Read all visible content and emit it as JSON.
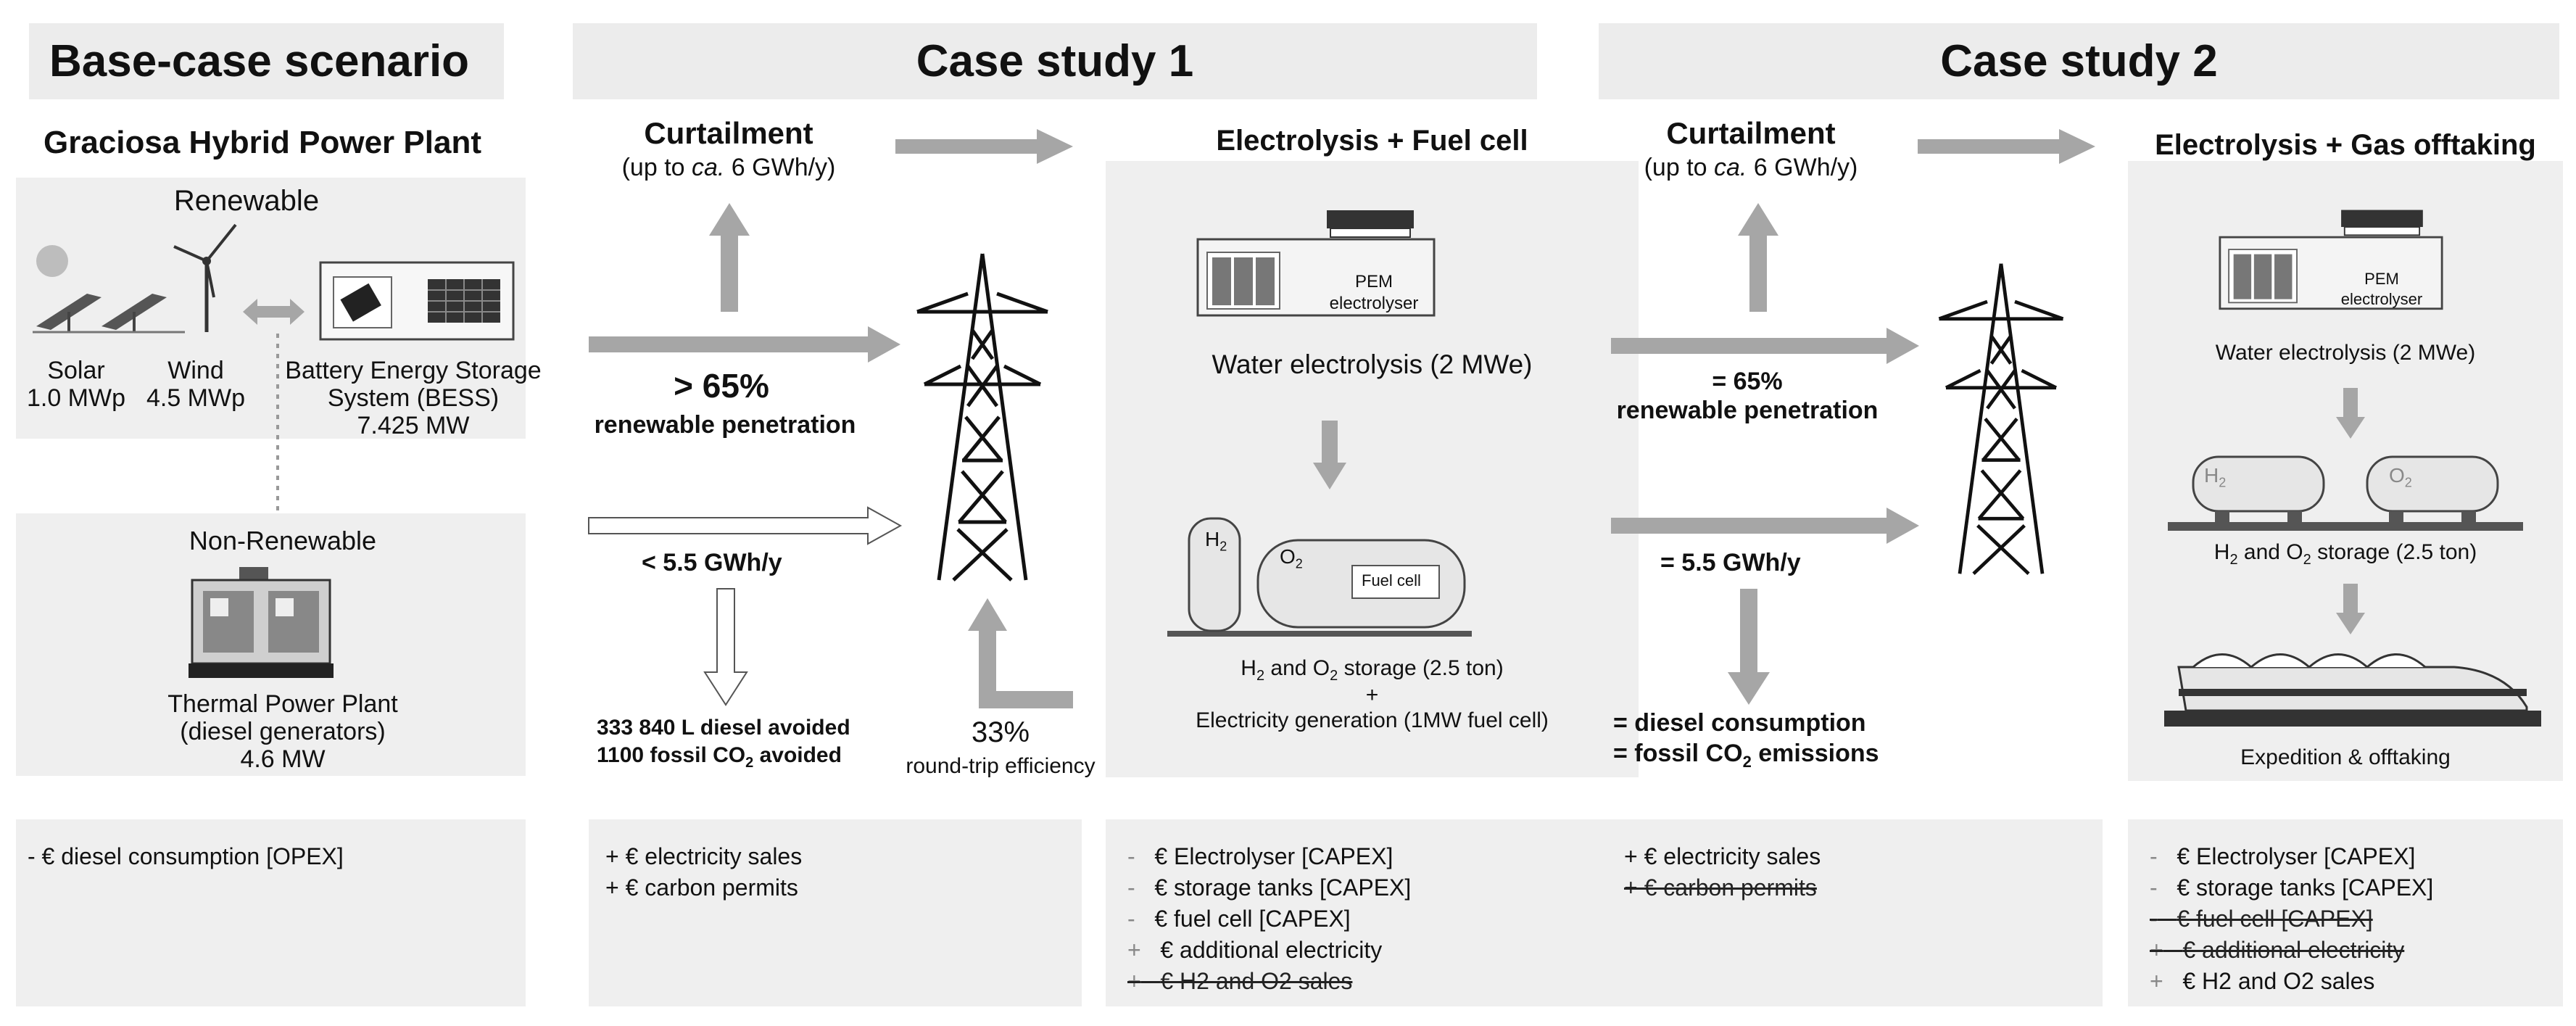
{
  "base": {
    "header": "Base-case scenario",
    "plant_title": "Graciosa Hybrid Power Plant",
    "renewable_label": "Renewable",
    "solar_name": "Solar",
    "solar_cap": "1.0 MWp",
    "wind_name": "Wind",
    "wind_cap": "4.5 MWp",
    "bess_line1": "Battery Energy Storage",
    "bess_line2": "System (BESS)",
    "bess_cap": "7.425 MW",
    "nonrenewable_label": "Non-Renewable",
    "thermal_line1": "Thermal Power Plant",
    "thermal_line2": "(diesel generators)",
    "thermal_cap": "4.6 MW",
    "costs": [
      "- € diesel consumption [OPEX]"
    ]
  },
  "cs1": {
    "header": "Case study 1",
    "curtailment_title": "Curtailment",
    "curtailment_sub_pre": "(up to ",
    "curtailment_sub_ca": "ca.",
    "curtailment_sub_post": " 6 GWh/y)",
    "penetration_value": "> 65%",
    "penetration_label": "renewable penetration",
    "energy_label": "<  5.5 GWh/y",
    "diesel_avoided": "333 840 L diesel avoided",
    "co2_avoided_pre": "1100 fossil CO",
    "co2_avoided_sub": "2",
    "co2_avoided_post": " avoided",
    "efficiency_value": "33%",
    "efficiency_label": "round-trip efficiency",
    "right_title": "Electrolysis + Fuel cell",
    "pem_label1": "PEM",
    "pem_label2": "electrolyser",
    "water_electrolysis": "Water electrolysis (2 MWe)",
    "h2_tank_label": "H",
    "o2_tank_label": "O",
    "fuel_cell_label": "Fuel cell",
    "storage_line": "H2 and O2 storage (2.5 ton)",
    "plus": "+",
    "generation_line": "Electricity generation (1MW fuel cell)",
    "revenues": [
      "+ € electricity sales",
      "+ € carbon permits"
    ],
    "costs": [
      {
        "sign": "-",
        "text": "€ Electrolyser [CAPEX]",
        "struck": false
      },
      {
        "sign": "-",
        "text": "€ storage tanks [CAPEX]",
        "struck": false
      },
      {
        "sign": "-",
        "text": "€ fuel cell [CAPEX]",
        "struck": false
      },
      {
        "sign": "+",
        "text": "€ additional electricity",
        "struck": false
      },
      {
        "sign": "+",
        "text": "€ H2 and O2 sales",
        "struck": true
      }
    ]
  },
  "cs2": {
    "header": "Case study 2",
    "curtailment_title": "Curtailment",
    "curtailment_sub_pre": "(up to ",
    "curtailment_sub_ca": "ca.",
    "curtailment_sub_post": " 6 GWh/y)",
    "penetration_value": "= 65%",
    "penetration_label": "renewable penetration",
    "energy_label": "=  5.5 GWh/y",
    "diesel_line": "= diesel consumption",
    "co2_line": "= fossil CO2 emissions",
    "right_title": "Electrolysis + Gas offtaking",
    "pem_label1": "PEM",
    "pem_label2": "electrolyser",
    "water_electrolysis": "Water electrolysis (2 MWe)",
    "storage_line": "H2 and O2 storage (2.5 ton)",
    "expedition": "Expedition & offtaking",
    "revenues": [
      {
        "text": "+ € electricity sales",
        "struck": false
      },
      {
        "text": "+ € carbon permits",
        "struck": true
      }
    ],
    "costs": [
      {
        "sign": "-",
        "text": "€ Electrolyser [CAPEX]",
        "struck": false
      },
      {
        "sign": "-",
        "text": "€ storage tanks [CAPEX]",
        "struck": false
      },
      {
        "sign": "-",
        "text": "€ fuel cell [CAPEX]",
        "struck": true
      },
      {
        "sign": "+",
        "text": "€ additional electricity",
        "struck": true
      },
      {
        "sign": "+",
        "text": "€ H2 and O2 sales",
        "struck": false
      }
    ]
  },
  "colors": {
    "panel": "#efefef",
    "arrow": "#a6a6a6",
    "dark": "#111111"
  }
}
